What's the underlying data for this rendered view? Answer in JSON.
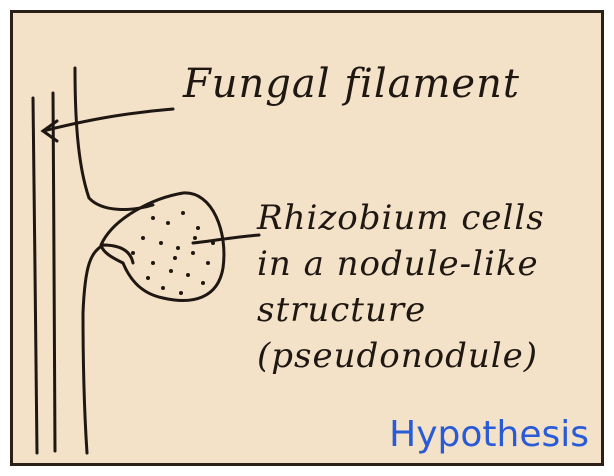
{
  "annotations": {
    "fungal_label": "Fungal filament",
    "rhizobium_line1": "Rhizobium cells",
    "rhizobium_line2": "in a nodule-like",
    "rhizobium_line3": "structure",
    "rhizobium_line4": "(pseudonodule)"
  },
  "caption": "Hypothesis",
  "colors": {
    "paper": "#f3e1c8",
    "ink": "#1e1712",
    "caption": "#2a5bd7",
    "border": "#2b2018"
  }
}
